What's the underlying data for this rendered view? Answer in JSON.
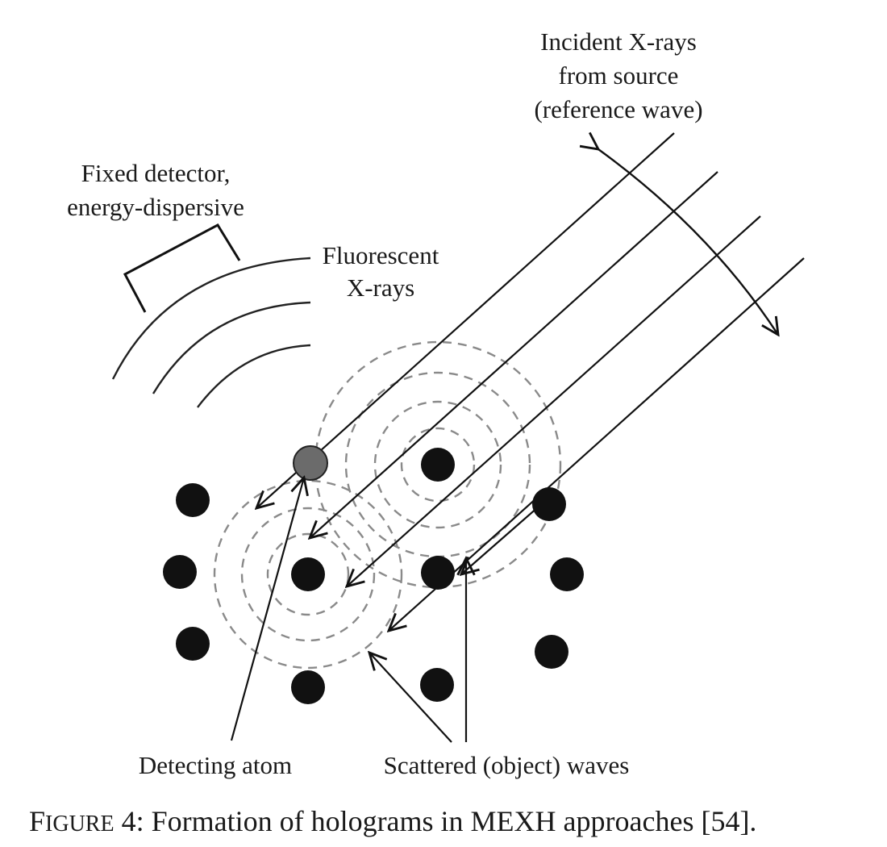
{
  "diagram": {
    "labels": {
      "incident": [
        "Incident X-rays",
        "from source",
        "(reference wave)"
      ],
      "detector": [
        "Fixed detector,",
        "energy-dispersive"
      ],
      "fluorescent": [
        "Fluorescent",
        "X-rays"
      ],
      "detecting_atom": "Detecting atom",
      "scattered": "Scattered (object) waves"
    },
    "caption": {
      "figure_word_first": "F",
      "figure_word_rest": "IGURE",
      "text": " 4: Formation of holograms in MEXH approaches [54]."
    },
    "colors": {
      "ink": "#111111",
      "detecting_atom_fill": "#6b6b6b",
      "dashed_wave": "#8a8a8a"
    }
  }
}
